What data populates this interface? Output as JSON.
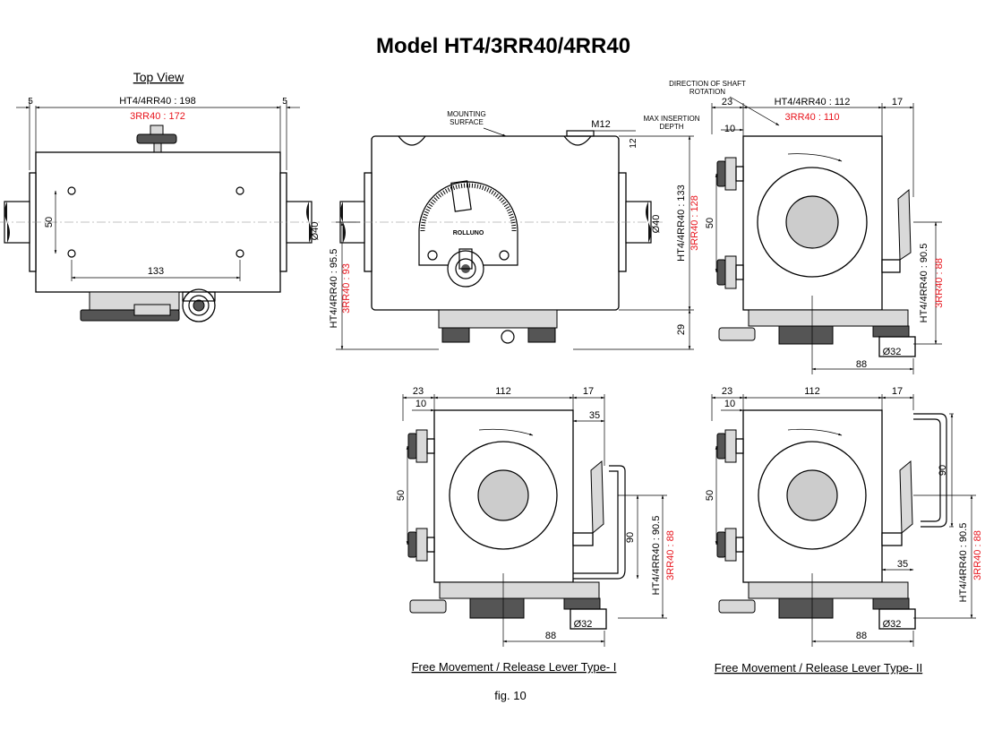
{
  "title": "Model HT4/3RR40/4RR40",
  "top_view": {
    "label": "Top View",
    "dim_left": "5",
    "dim_right": "5",
    "width_4rr": "HT4/4RR40 : 198",
    "width_3rr": "3RR40 : 172",
    "hole_spacing_v": "50",
    "hole_spacing_h": "133",
    "shaft_dia": "Ø40"
  },
  "front_view": {
    "mounting_surface": "MOUNTING\nSURFACE",
    "thread": "M12",
    "max_insertion": "MAX INSERTION\nDEPTH",
    "insertion_depth": "12",
    "height_4rr": "HT4/4RR40 : 133",
    "height_3rr": "3RR40 : 128",
    "center_4rr": "HT4/4RR40 : 95.5",
    "center_3rr": "3RR40 : 93",
    "shaft_dia": "Ø40",
    "base_height": "29",
    "brand": "ROLLUNO"
  },
  "side_view_top": {
    "rotation_note": "DIRECTION OF SHAFT\nROTATION",
    "dim_left": "23",
    "dim_right": "17",
    "inner": "10",
    "width_4rr": "HT4/4RR40 : 112",
    "width_3rr": "3RR40 : 110",
    "spacing": "50",
    "height_4rr": "HT4/4RR40 : 90.5",
    "height_3rr": "3RR40 : 88",
    "foot_dia": "Ø32",
    "foot_offset": "88"
  },
  "lever_type_1": {
    "caption": "Free Movement / Release Lever Type- I",
    "dim_left": "23",
    "dim_top": "112",
    "dim_right": "17",
    "inner": "10",
    "lever_offset": "35",
    "spacing": "50",
    "lever_height": "90",
    "height_4rr": "HT4/4RR40 : 90.5",
    "height_3rr": "3RR40 : 88",
    "foot_dia": "Ø32",
    "foot_offset": "88"
  },
  "lever_type_2": {
    "caption": "Free Movement / Release Lever Type- II",
    "dim_left": "23",
    "dim_top": "112",
    "dim_right": "17",
    "inner": "10",
    "lever_offset": "35",
    "spacing": "50",
    "lever_height": "90",
    "height_4rr": "HT4/4RR40 : 90.5",
    "height_3rr": "3RR40 : 88",
    "foot_dia": "Ø32",
    "foot_offset": "88"
  },
  "figure_label": "fig. 10"
}
